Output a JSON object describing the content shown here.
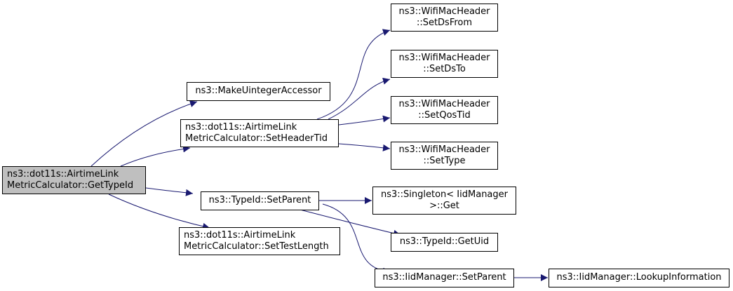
{
  "colors": {
    "edge": "#191970",
    "node_border": "#000000",
    "root_fill": "#bfbfbf",
    "node_fill": "#ffffff"
  },
  "nodes": {
    "get_type_id": {
      "lines": [
        "ns3::dot11s::AirtimeLink",
        "MetricCalculator::GetTypeId"
      ]
    },
    "make_uinteger_accessor": {
      "lines": [
        "ns3::MakeUintegerAccessor"
      ]
    },
    "set_header_tid": {
      "lines": [
        "ns3::dot11s::AirtimeLink",
        "MetricCalculator::SetHeaderTid"
      ]
    },
    "typeid_set_parent": {
      "lines": [
        "ns3::TypeId::SetParent"
      ]
    },
    "set_test_length": {
      "lines": [
        "ns3::dot11s::AirtimeLink",
        "MetricCalculator::SetTestLength"
      ]
    },
    "set_ds_from": {
      "lines": [
        "ns3::WifiMacHeader",
        "::SetDsFrom"
      ]
    },
    "set_ds_to": {
      "lines": [
        "ns3::WifiMacHeader",
        "::SetDsTo"
      ]
    },
    "set_qos_tid": {
      "lines": [
        "ns3::WifiMacHeader",
        "::SetQosTid"
      ]
    },
    "set_type": {
      "lines": [
        "ns3::WifiMacHeader",
        "::SetType"
      ]
    },
    "singleton_get": {
      "lines": [
        "ns3::Singleton< IidManager",
        ">::Get"
      ]
    },
    "get_uid": {
      "lines": [
        "ns3::TypeId::GetUid"
      ]
    },
    "iid_set_parent": {
      "lines": [
        "ns3::IidManager::SetParent"
      ]
    },
    "lookup_information": {
      "lines": [
        "ns3::IidManager::LookupInformation"
      ]
    }
  }
}
